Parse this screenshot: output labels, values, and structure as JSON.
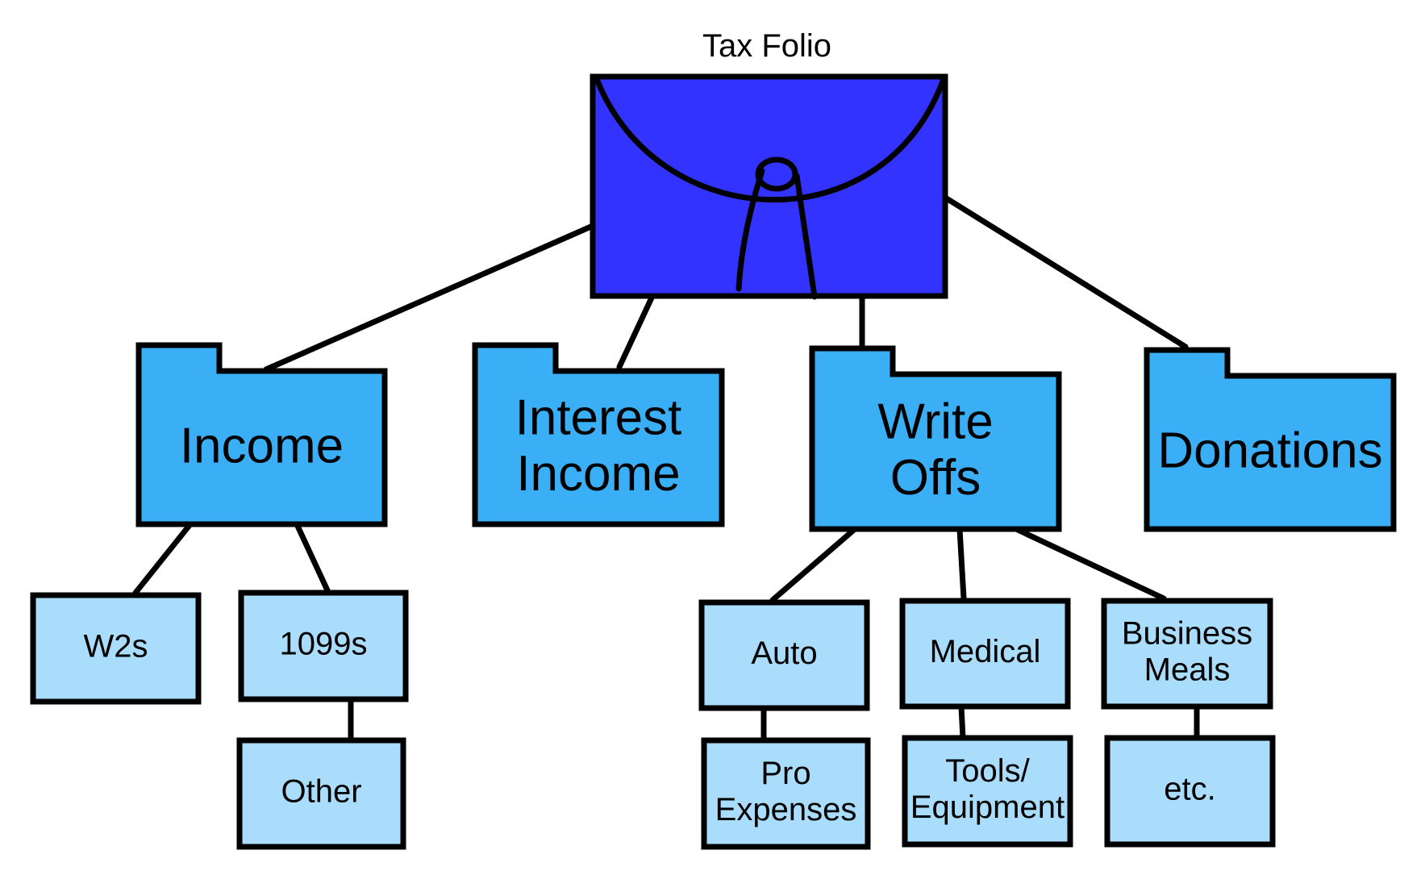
{
  "title": "Tax Folio",
  "colors": {
    "folio": "#3333ff",
    "folder": "#3aaff5",
    "leaf": "#aadcfb",
    "stroke": "#000000",
    "background": "#ffffff"
  },
  "folders": [
    {
      "id": "income",
      "lines": [
        "Income"
      ]
    },
    {
      "id": "interest-income",
      "lines": [
        "Interest",
        "Income"
      ]
    },
    {
      "id": "write-offs",
      "lines": [
        "Write",
        "Offs"
      ]
    },
    {
      "id": "donations",
      "lines": [
        "Donations"
      ]
    }
  ],
  "boxes": [
    {
      "id": "w2s",
      "parent": "income",
      "lines": [
        "W2s"
      ]
    },
    {
      "id": "1099s",
      "parent": "income",
      "lines": [
        "1099s"
      ]
    },
    {
      "id": "other",
      "parent": "1099s",
      "lines": [
        "Other"
      ]
    },
    {
      "id": "auto",
      "parent": "write-offs",
      "lines": [
        "Auto"
      ]
    },
    {
      "id": "medical",
      "parent": "write-offs",
      "lines": [
        "Medical"
      ]
    },
    {
      "id": "business-meals",
      "parent": "write-offs",
      "lines": [
        "Business",
        "Meals"
      ]
    },
    {
      "id": "pro-expenses",
      "parent": "auto",
      "lines": [
        "Pro",
        "Expenses"
      ]
    },
    {
      "id": "tools-equipment",
      "parent": "medical",
      "lines": [
        "Tools/",
        "Equipment"
      ]
    },
    {
      "id": "etc",
      "parent": "business-meals",
      "lines": [
        "etc."
      ]
    }
  ]
}
